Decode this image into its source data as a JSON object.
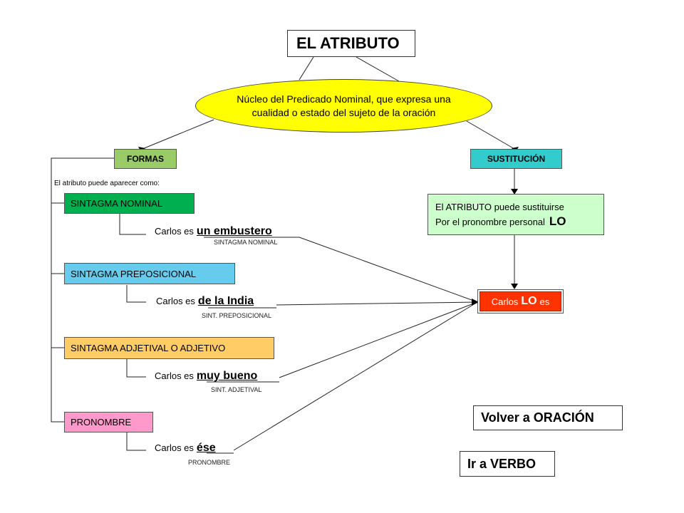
{
  "title": "EL ATRIBUTO",
  "definition": {
    "line1": "Núcleo del Predicado Nominal, que expresa una",
    "line2": "cualidad o estado del sujeto de la oración"
  },
  "formas": {
    "label": "FORMAS",
    "intro": "El atributo puede aparecer como:",
    "items": [
      {
        "label": "SINTAGMA NOMINAL",
        "color": "#00b050",
        "example_prefix": "Carlos es",
        "example_word": "un embustero",
        "sub_label": "SINTAGMA NOMINAL"
      },
      {
        "label": "SINTAGMA PREPOSICIONAL",
        "color": "#66ccee",
        "example_prefix": "Carlos es",
        "example_word": "de la India",
        "sub_label": "SINT. PREPOSICIONAL"
      },
      {
        "label": "SINTAGMA ADJETIVAL O ADJETIVO",
        "color": "#ffcc66",
        "example_prefix": "Carlos es",
        "example_word": "muy bueno",
        "sub_label": "SINT. ADJETIVAL"
      },
      {
        "label": "PRONOMBRE",
        "color": "#ff99cc",
        "example_prefix": "Carlos es",
        "example_word": "ése",
        "sub_label": "PRONOMBRE"
      }
    ]
  },
  "sustitucion": {
    "label": "SUSTITUCIÓN",
    "line1": "El ATRIBUTO puede sustituirse",
    "line2": "Por el pronombre personal",
    "pronoun": "LO",
    "result_prefix": "Carlos",
    "result_pronoun": "LO",
    "result_suffix": "es"
  },
  "buttons": {
    "volver": "Volver a ORACIÓN",
    "ir": "Ir a VERBO"
  },
  "colors": {
    "formas_header": "#99cc66",
    "sustitucion_header": "#33cccc",
    "ellipse": "#ffff00",
    "result": "#ff3300"
  }
}
